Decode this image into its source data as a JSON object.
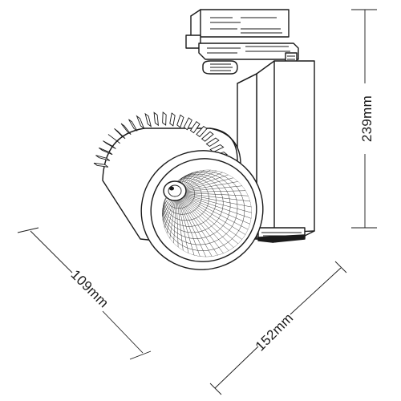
{
  "dimensions": {
    "height_label": "239mm",
    "depth_label": "109mm",
    "width_label": "152mm"
  }
}
